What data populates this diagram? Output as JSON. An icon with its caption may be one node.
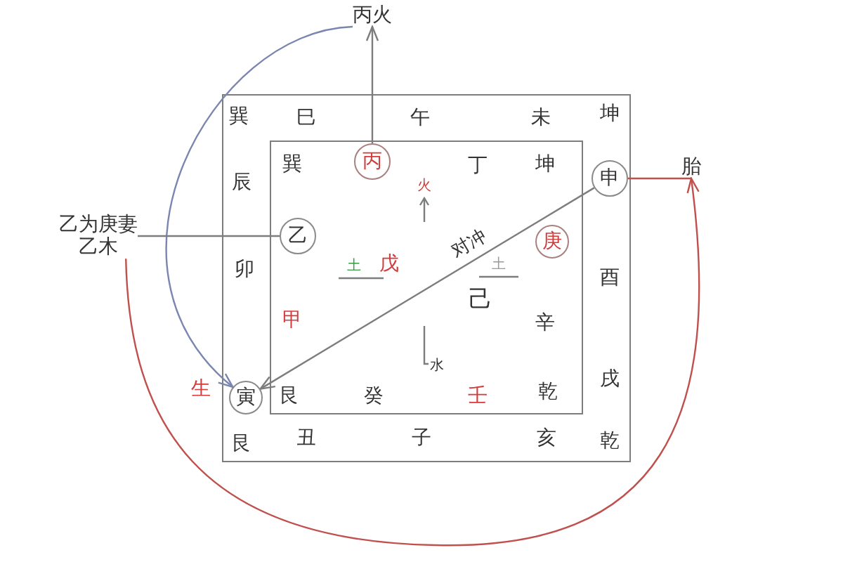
{
  "diagram": {
    "nodes": [
      {
        "text": [
          "丙火"
        ]
      },
      {
        "text": [
          "胎"
        ]
      },
      {
        "text": [
          "丙"
        ]
      },
      {
        "text": [
          "申"
        ]
      },
      {
        "text": [
          "乙为庚妻",
          "乙木"
        ]
      },
      {
        "text": [
          "庚"
        ]
      },
      {
        "text": [
          "乙"
        ]
      },
      {
        "text": [
          "寅"
        ],
        "beside": [
          "生"
        ]
      }
    ],
    "edges": [
      {
        "from": 2,
        "to": 0,
        "arrow": "to"
      },
      {
        "from": 0,
        "to": 7,
        "arrow": "to",
        "color": "#7b86b0"
      },
      {
        "from": 3,
        "to": 7,
        "arrow": "to",
        "label": "对冲"
      },
      {
        "from": 6,
        "to": 4,
        "arrow": "none"
      },
      {
        "from": 4,
        "to": 1,
        "arrow": "to",
        "color": "#c0504d"
      },
      {
        "from": 3,
        "to": 1,
        "arrow": "none",
        "color": "#c0504d"
      }
    ],
    "labels": [
      "巽",
      "巳",
      "午",
      "未",
      "坤",
      "巽",
      "丁",
      "坤",
      "辰",
      "火",
      "卯",
      "土",
      "戊",
      "土",
      "酉",
      "己",
      "甲",
      "辛",
      "水",
      "戌",
      "艮",
      "癸",
      "壬",
      "乾",
      "艮",
      "丑",
      "子",
      "亥",
      "乾"
    ]
  }
}
